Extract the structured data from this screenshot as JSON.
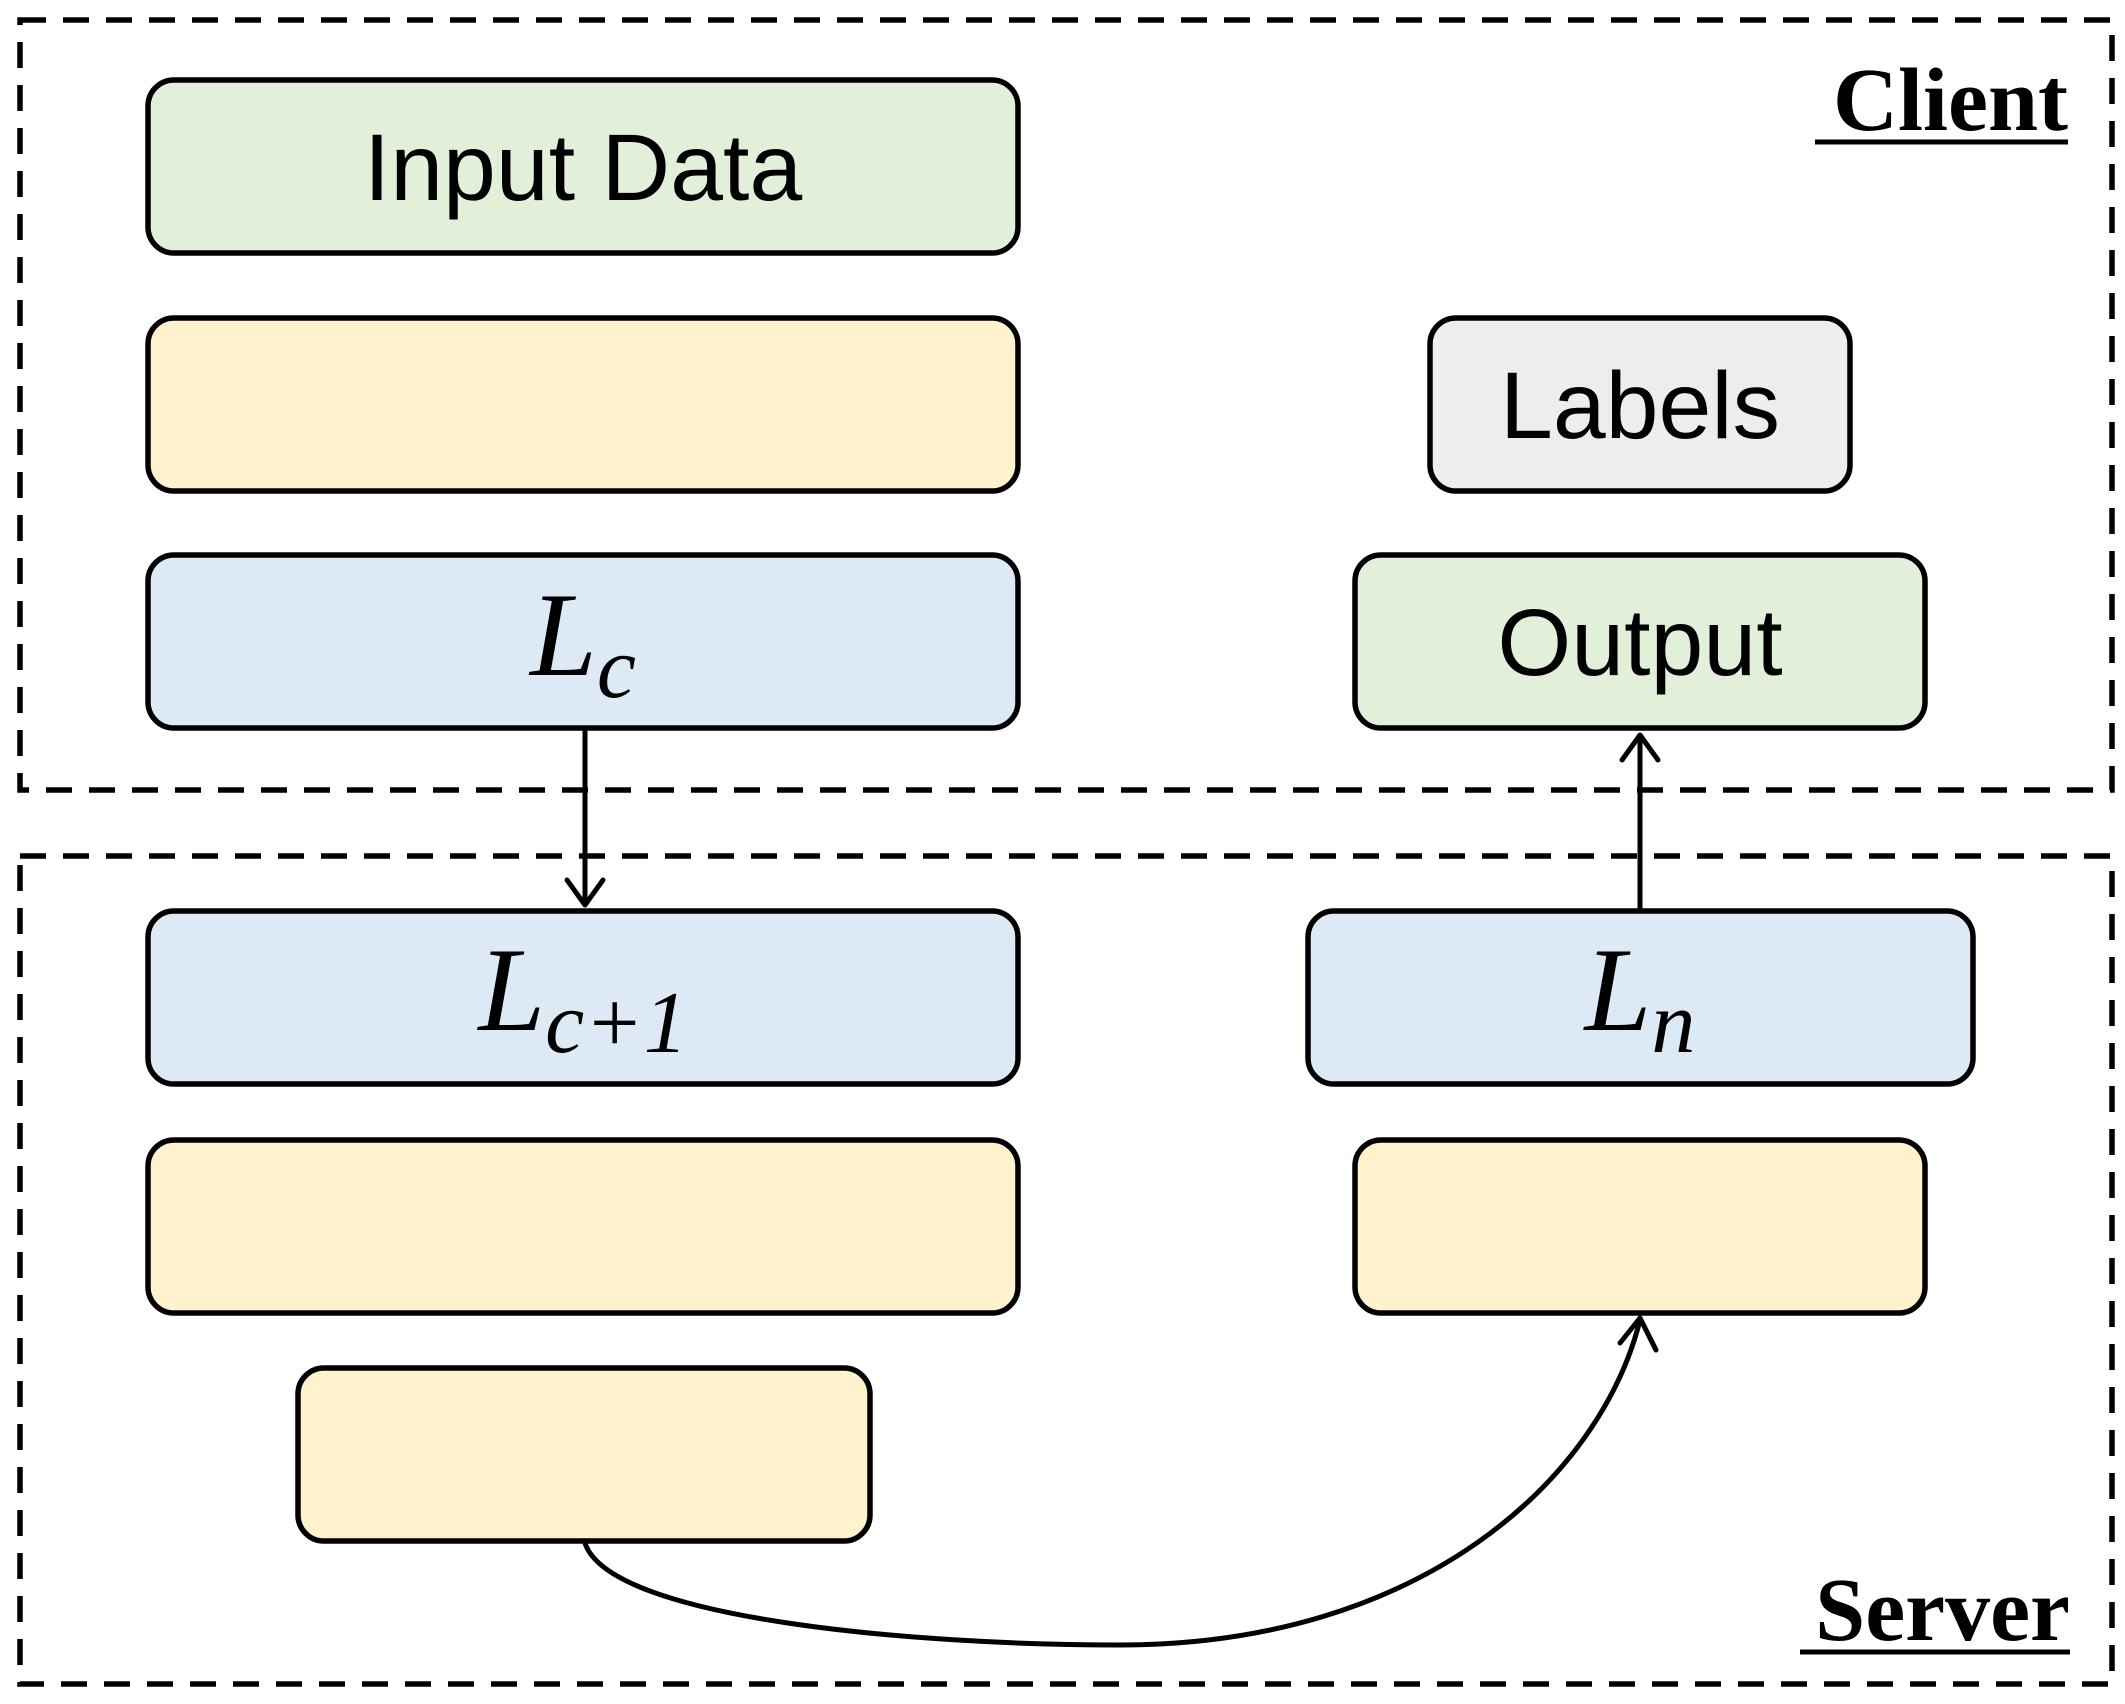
{
  "zones": {
    "client": {
      "title": "Client"
    },
    "server": {
      "title": "Server"
    }
  },
  "blocks": {
    "input_data": {
      "label": "Input Data",
      "fill": "#e2efd9"
    },
    "client_hidden": {
      "label": "",
      "fill": "#fff2cc"
    },
    "lc": {
      "label_main": "L",
      "label_sub": "c",
      "fill": "#dde9f5"
    },
    "labels": {
      "label": "Labels",
      "fill": "#ededed"
    },
    "output": {
      "label": "Output",
      "fill": "#e2efd9"
    },
    "lc_plus_1": {
      "label_main": "L",
      "label_sub": "c+1",
      "fill": "#dde9f5"
    },
    "server_hidden_1": {
      "label": "",
      "fill": "#fff2cc"
    },
    "server_hidden_2": {
      "label": "",
      "fill": "#fff2cc"
    },
    "ln": {
      "label_main": "L",
      "label_sub": "n",
      "fill": "#dde9f5"
    },
    "server_hidden_right": {
      "label": "",
      "fill": "#fff2cc"
    }
  }
}
